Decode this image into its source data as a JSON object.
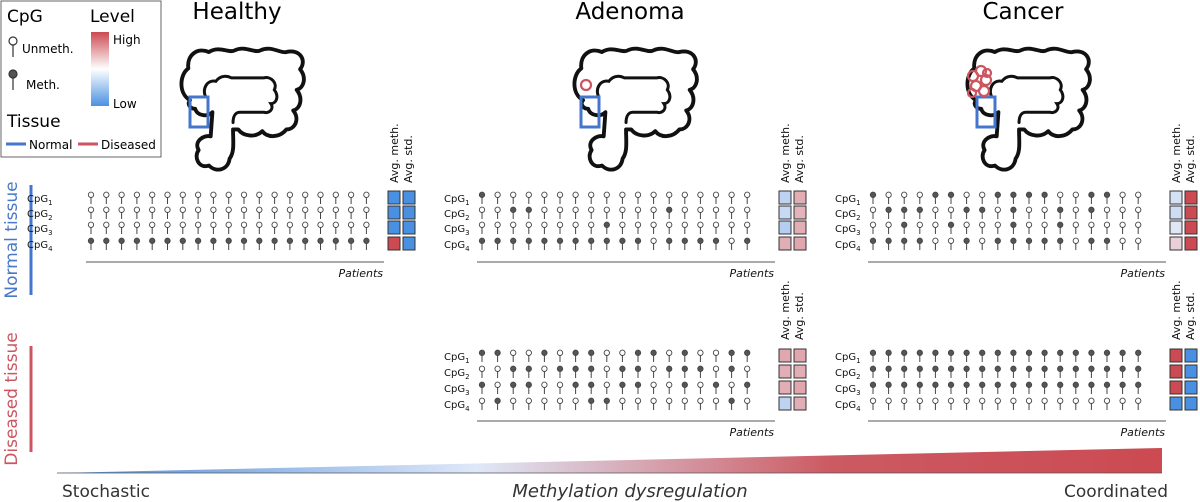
{
  "legend": {
    "cpg_title": "CpG",
    "unmeth_label": "Unmeth.",
    "meth_label": "Meth.",
    "level_title": "Level",
    "level_high": "High",
    "level_low": "Low",
    "tissue_title": "Tissue",
    "normal_label": "Normal",
    "diseased_label": "Diseased",
    "colors": {
      "normal": "#4477cc",
      "diseased": "#cc5560",
      "high": "#cc4a52",
      "low": "#4a90e2"
    }
  },
  "panels": [
    {
      "title": "Healthy"
    },
    {
      "title": "Adenoma"
    },
    {
      "title": "Cancer"
    }
  ],
  "row_labels": {
    "normal": "Normal tissue",
    "diseased": "Diseased tissue"
  },
  "cpg_labels": [
    "CpG",
    "CpG",
    "CpG",
    "CpG"
  ],
  "cpg_subscripts": [
    "1",
    "2",
    "3",
    "4"
  ],
  "col_header_meth": "Avg. meth.",
  "col_header_std": "Avg. std.",
  "patients_label": "Patients",
  "gradient": {
    "left": "Stochastic",
    "center": "Methylation dysregulation",
    "right": "Coordinated"
  },
  "groups": [
    {
      "id": "healthy-normal",
      "rows": [
        "0000000000000000000",
        "0000000000000000000",
        "0000000000000000000",
        "1111111111111111111"
      ],
      "avg_meth": [
        0.0,
        0.0,
        0.0,
        1.0
      ],
      "avg_std": [
        0.0,
        0.0,
        0.0,
        0.0
      ]
    },
    {
      "id": "adenoma-normal",
      "rows": [
        "100000000000000000",
        "001100000000100000",
        "000000001000000000",
        "111111111110111101"
      ],
      "avg_meth": [
        0.35,
        0.38,
        0.32,
        0.7
      ],
      "avg_std": [
        0.7,
        0.68,
        0.7,
        0.72
      ]
    },
    {
      "id": "adenoma-diseased",
      "rows": [
        "110010110011010011",
        "001101110110111010",
        "101100110110010101",
        "010000011000000010"
      ],
      "avg_meth": [
        0.72,
        0.7,
        0.7,
        0.35
      ],
      "avg_std": [
        0.72,
        0.7,
        0.72,
        0.7
      ]
    },
    {
      "id": "cancer-normal",
      "rows": [
        "100011001111001100",
        "011100110100101000",
        "001001000100100000",
        "111100101111101100"
      ],
      "avg_meth": [
        0.42,
        0.4,
        0.45,
        0.6
      ],
      "avg_std": [
        1.0,
        1.0,
        1.0,
        1.0
      ]
    },
    {
      "id": "cancer-diseased",
      "rows": [
        "111111111111111111",
        "111111111111111111",
        "111111111111111111",
        "000000000000000000"
      ],
      "avg_meth": [
        1.0,
        1.0,
        1.0,
        0.0
      ],
      "avg_std": [
        0.0,
        0.0,
        0.0,
        0.0
      ]
    }
  ]
}
